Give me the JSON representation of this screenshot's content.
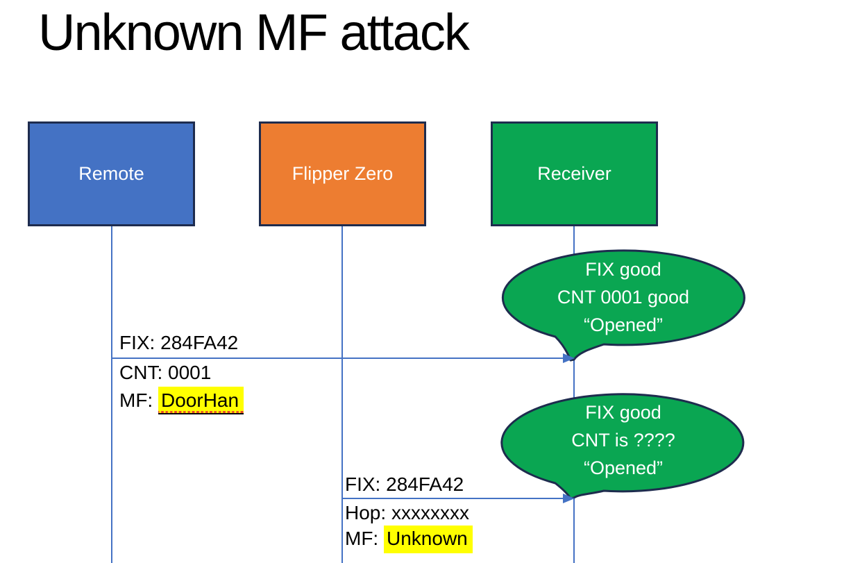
{
  "title": "Unknown MF attack",
  "actors": [
    {
      "label": "Remote"
    },
    {
      "label": "Flipper Zero"
    },
    {
      "label": "Receiver"
    }
  ],
  "messages": [
    {
      "from": "Remote",
      "to": "Receiver",
      "top_label": "FIX: 284FA42",
      "lines": [
        {
          "prefix": "CNT: ",
          "value": "0001"
        },
        {
          "prefix": "MF: ",
          "value": "DoorHan"
        }
      ]
    },
    {
      "from": "Flipper Zero",
      "to": "Receiver",
      "top_label": "FIX: 284FA42",
      "lines": [
        {
          "prefix": "Hop: ",
          "value": "xxxxxxxx"
        },
        {
          "prefix": "MF: ",
          "value": "Unknown"
        }
      ]
    }
  ],
  "callouts": [
    {
      "lines": [
        "FIX good",
        "CNT 0001 good",
        "“Opened”"
      ]
    },
    {
      "lines": [
        "FIX good",
        "CNT is ????",
        "“Opened”"
      ]
    }
  ],
  "colors": {
    "remote_fill": "#4472C4",
    "flipper_fill": "#ED7D31",
    "receiver_fill": "#0AA652",
    "bubble_fill": "#0AA652",
    "outline": "#1E2C4E",
    "connector": "#4472C4",
    "highlight": "#FFFF00",
    "spellcheck_wave": "#E8442C"
  }
}
